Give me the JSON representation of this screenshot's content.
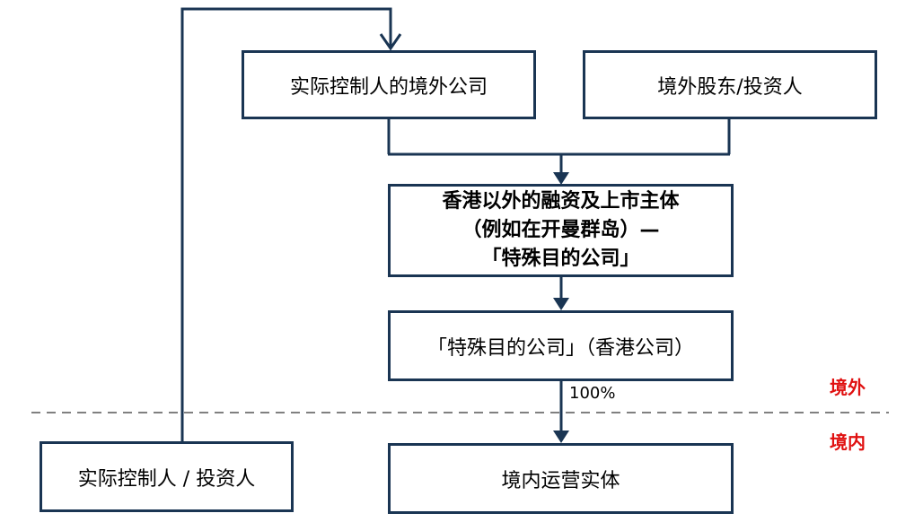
{
  "nodes": {
    "controller_offshore": "实际控制人的境外公司",
    "offshore_shareholders": "境外股东/投资人",
    "listing_vehicle": {
      "line1": "香港以外的融资及上市主体",
      "line2": "（例如在开曼群岛）—",
      "line3": "「特殊目的公司」"
    },
    "hk_spv": "「特殊目的公司」（香港公司）",
    "controller_investor": "实际控制人 / 投资人",
    "onshore_entity": "境内运营实体"
  },
  "edge_labels": {
    "ownership": "100%"
  },
  "zones": {
    "offshore": "境外",
    "onshore": "境内"
  },
  "colors": {
    "border": "#1a3553",
    "arrow": "#1a3553",
    "zone_text": "#e01010",
    "divider": "#808080"
  }
}
